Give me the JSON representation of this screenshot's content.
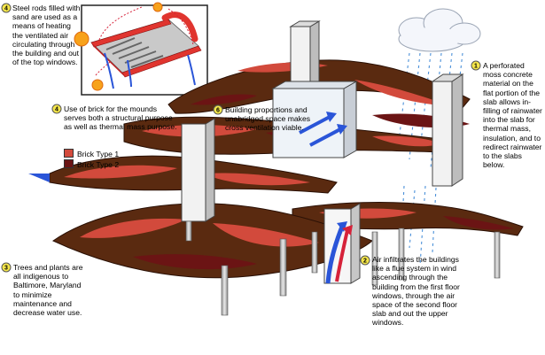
{
  "callouts": [
    {
      "number": "4",
      "text": "Steel rods filled with sand are used as a means of heating the ventilated air circulating through the building and out of the top windows."
    },
    {
      "number": "4",
      "text": "Use of brick for the mounds serves both a structural purpose as well as thermal mass purpose."
    },
    {
      "number": "6",
      "text": "Building proportions and unabridged space makes cross ventilation viable."
    },
    {
      "number": "1",
      "text": "A perforated moss concrete material on the flat portion of the slab allows in-filling of rainwater into the slab for thermal mass, insulation, and to redirect rainwater to the slabs below."
    },
    {
      "number": "2",
      "text": "Air infiltrates the buildings like a flue system in wind ascending through the building from the first floor windows, through the air space of the second floor slab and out the upper windows."
    },
    {
      "number": "3",
      "text": "Trees and plants are all indigenous to Baltimore, Maryland to minimize maintenance and decrease water use."
    }
  ],
  "legend": [
    {
      "label": "Brick Type 1",
      "color": "#d24a3c"
    },
    {
      "label": "Brick Type 2",
      "color": "#6b1414"
    }
  ],
  "colors": {
    "earth": "#5a2a10",
    "brick1": "#d24a3c",
    "brick2": "#6b1414",
    "arrow_air": "#2a55d8",
    "arrow_warm": "#d6223a",
    "rain": "#4a90d9"
  }
}
